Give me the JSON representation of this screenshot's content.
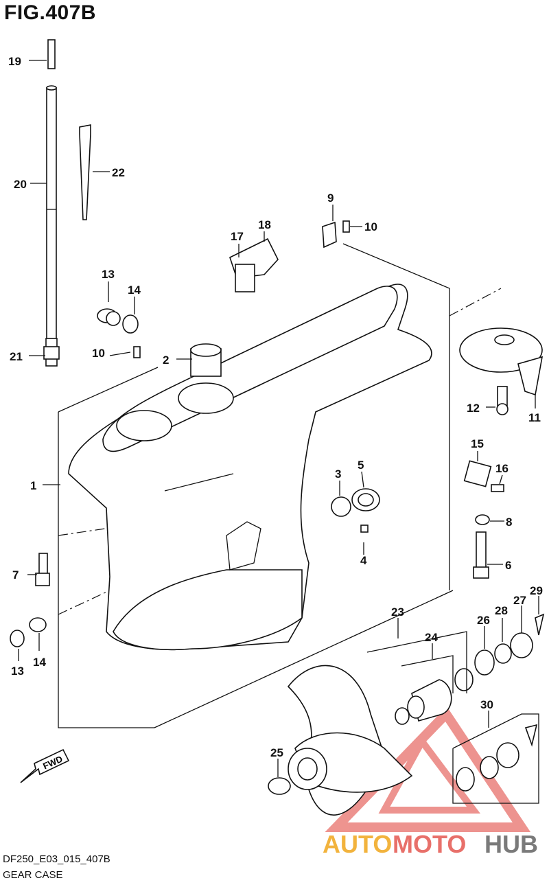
{
  "figure": {
    "title": "FIG.407B",
    "drawing_code": "DF250_E03_015_407B",
    "caption": "GEAR CASE"
  },
  "direction_arrow": {
    "label": "FWD"
  },
  "watermark": {
    "part1": "AUTO",
    "part2": "MOTO",
    "part3": "HUB",
    "colors": {
      "auto": "#f2b33d",
      "moto": "#e8706a",
      "hub": "#7a7a7a"
    }
  },
  "callouts": [
    {
      "id": "c1",
      "text": "1"
    },
    {
      "id": "c2",
      "text": "2"
    },
    {
      "id": "c3",
      "text": "3"
    },
    {
      "id": "c4",
      "text": "4"
    },
    {
      "id": "c5",
      "text": "5"
    },
    {
      "id": "c6",
      "text": "6"
    },
    {
      "id": "c7",
      "text": "7"
    },
    {
      "id": "c8",
      "text": "8"
    },
    {
      "id": "c9",
      "text": "9"
    },
    {
      "id": "c10a",
      "text": "10"
    },
    {
      "id": "c10b",
      "text": "10"
    },
    {
      "id": "c11",
      "text": "11"
    },
    {
      "id": "c12",
      "text": "12"
    },
    {
      "id": "c13a",
      "text": "13"
    },
    {
      "id": "c13b",
      "text": "13"
    },
    {
      "id": "c14a",
      "text": "14"
    },
    {
      "id": "c14b",
      "text": "14"
    },
    {
      "id": "c15",
      "text": "15"
    },
    {
      "id": "c16",
      "text": "16"
    },
    {
      "id": "c17",
      "text": "17"
    },
    {
      "id": "c18",
      "text": "18"
    },
    {
      "id": "c19",
      "text": "19"
    },
    {
      "id": "c20",
      "text": "20"
    },
    {
      "id": "c21",
      "text": "21"
    },
    {
      "id": "c22",
      "text": "22"
    },
    {
      "id": "c23",
      "text": "23"
    },
    {
      "id": "c24",
      "text": "24"
    },
    {
      "id": "c25",
      "text": "25"
    },
    {
      "id": "c26",
      "text": "26"
    },
    {
      "id": "c27",
      "text": "27"
    },
    {
      "id": "c28",
      "text": "28"
    },
    {
      "id": "c29",
      "text": "29"
    },
    {
      "id": "c30",
      "text": "30"
    }
  ]
}
